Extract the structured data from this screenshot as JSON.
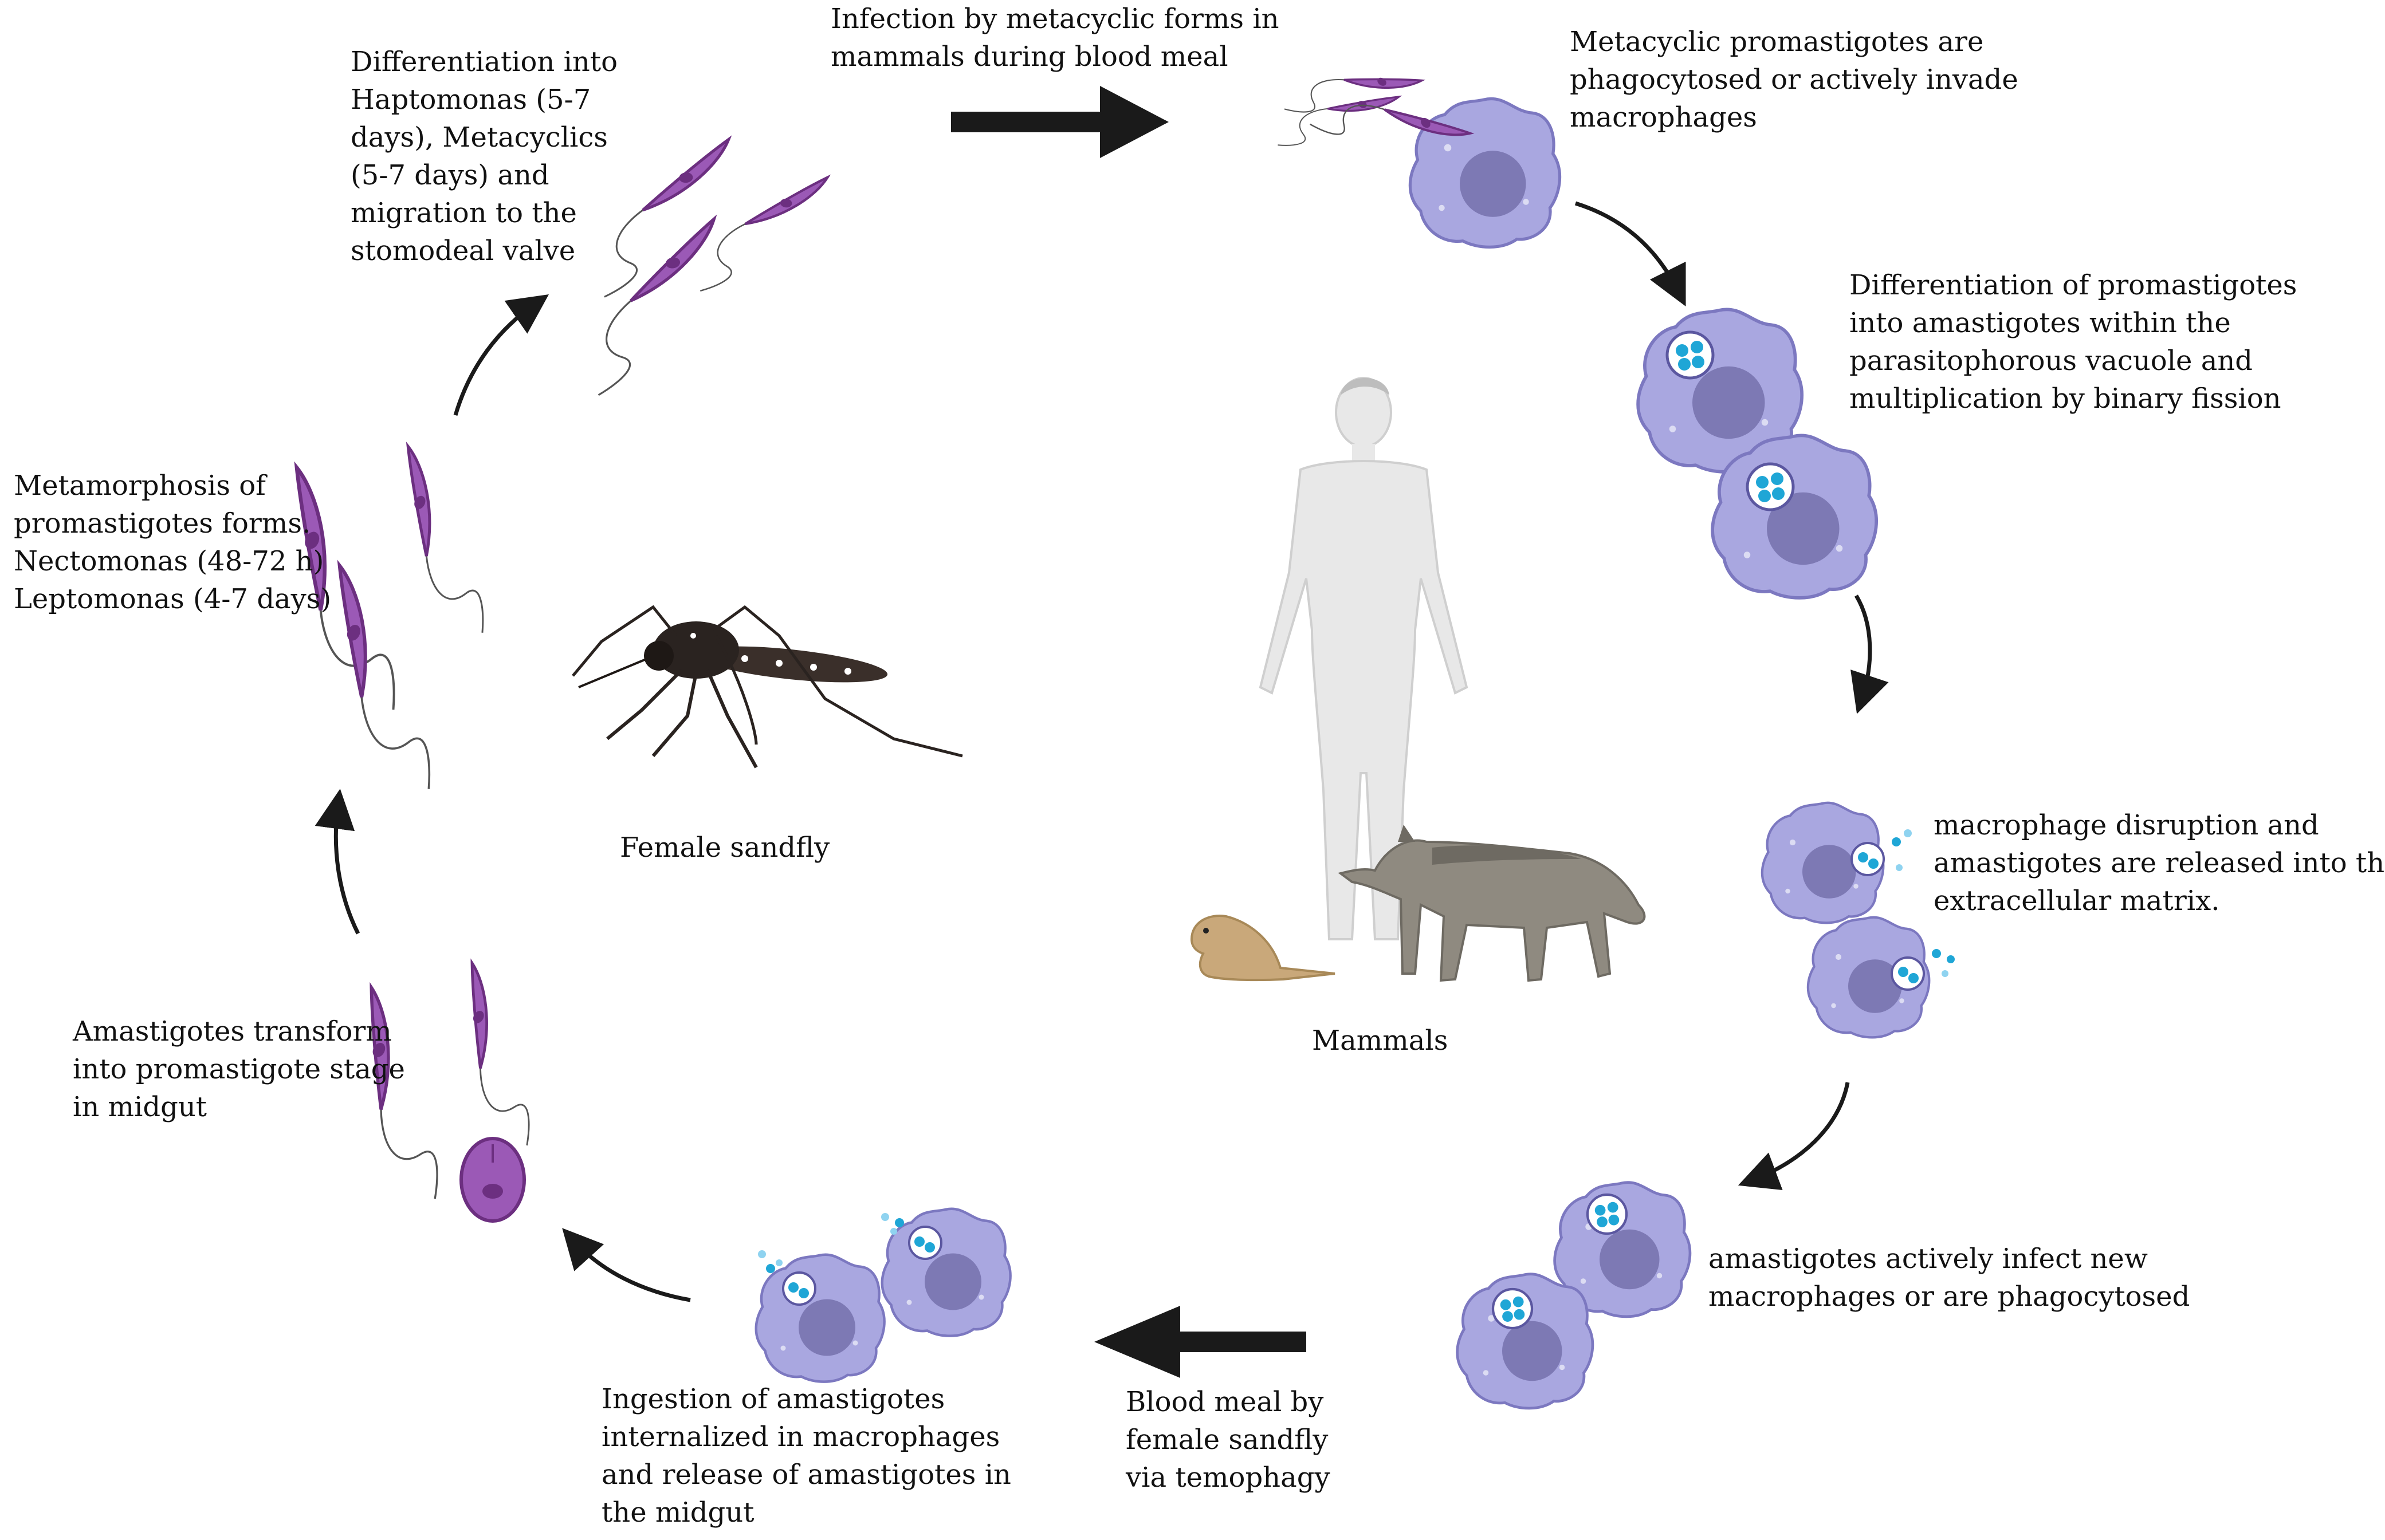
{
  "labels": {
    "infection": [
      "Infection by metacyclic forms in",
      "mammals during blood meal"
    ],
    "phagocytosed": [
      "Metacyclic promastigotes are",
      "phagocytosed or actively invade",
      "macrophages"
    ],
    "differentiation_amastigotes": [
      "Differentiation of promastigotes",
      "into amastigotes within the",
      "parasitophorous vacuole and",
      "multiplication by binary fission"
    ],
    "disruption": [
      "macrophage disruption and",
      "amastigotes are released into the",
      "extracellular matrix."
    ],
    "reinfect": [
      "amastigotes actively infect new",
      "macrophages or are phagocytosed"
    ],
    "blood_meal": [
      "Blood meal by",
      "female sandfly",
      "via temophagy"
    ],
    "ingestion": [
      "Ingestion of amastigotes",
      "internalized in macrophages",
      "and release of amastigotes in",
      "the midgut"
    ],
    "transform": [
      "Amastigotes transform",
      "into promastigote stage",
      "in midgut"
    ],
    "metamorphosis": [
      "Metamorphosis of",
      "promastigotes forms.",
      "Nectomonas (48-72 h)",
      "Leptomonas (4-7 days)"
    ],
    "differentiation_haptomonas": [
      "Differentiation into",
      "Haptomonas (5-7",
      "days), Metacyclics",
      "(5-7 days) and",
      "migration to the",
      "stomodeal valve"
    ],
    "sandfly": "Female sandfly",
    "mammals": "Mammals"
  },
  "colors": {
    "parasite": "#9b59b6",
    "parasite_dark": "#6c2f80",
    "macrophage": "#a9a7e0",
    "macrophage_edge": "#7c78c0",
    "nucleus": "#7d79b4",
    "amastigote": "#1fa6d6",
    "human": "#e8e8e8",
    "wolf": "#8f8a80",
    "arrow": "#1a1a1a"
  }
}
